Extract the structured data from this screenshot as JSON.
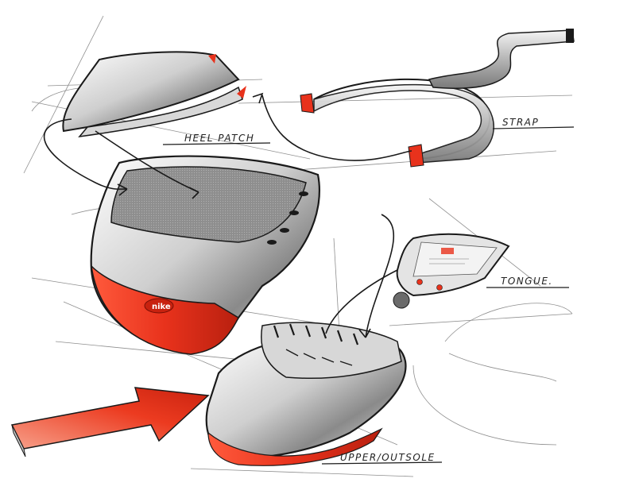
{
  "labels": {
    "heel_patch": "HEEL PATCH",
    "strap": "STRAP",
    "tongue": "TONGUE.",
    "upper_outsole": "UPPER/OUTSOLE"
  },
  "brand_mark": "nike",
  "colors": {
    "accent_red": "#e8321c",
    "ink": "#1a1a1a",
    "metal_light": "#f2f2f2",
    "metal_mid": "#bdbdbd",
    "metal_dark": "#6b6b6b"
  }
}
